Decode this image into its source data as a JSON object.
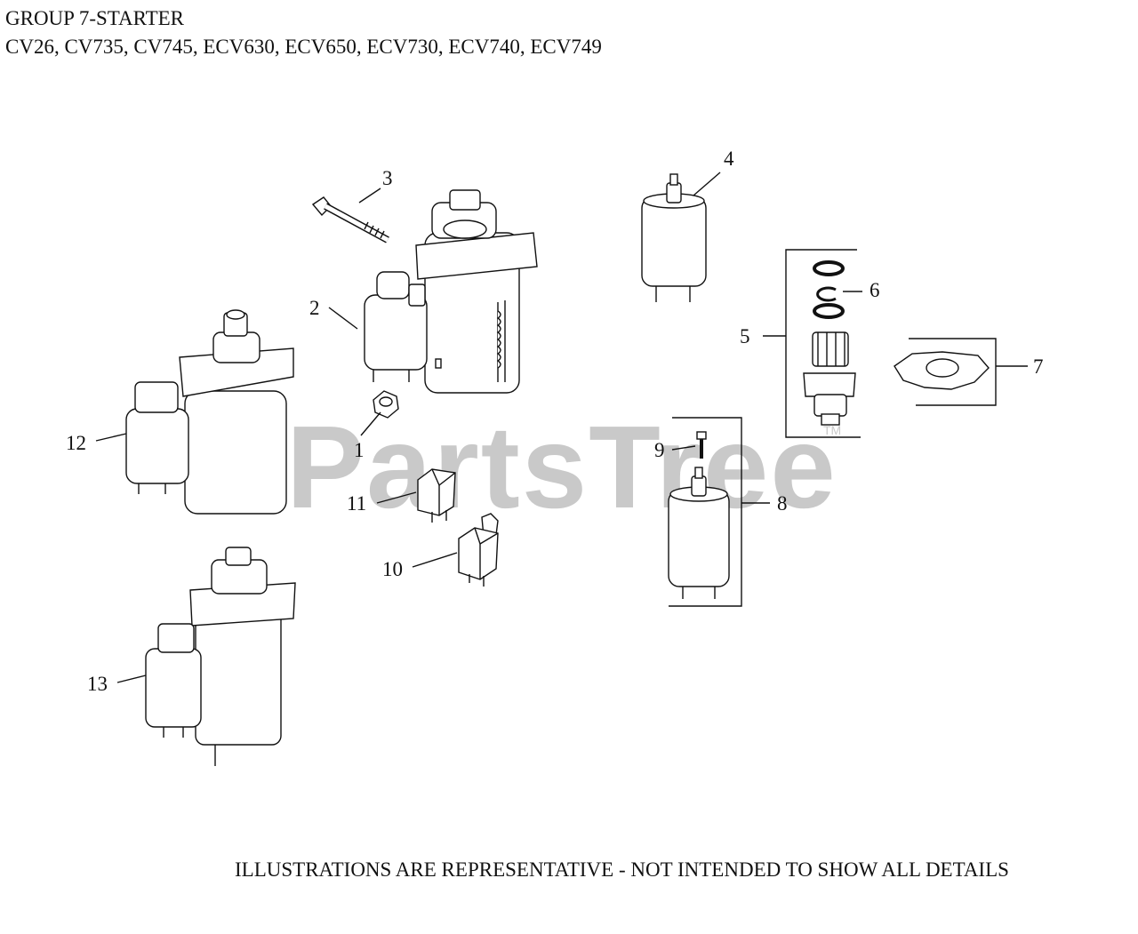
{
  "header": {
    "title": "GROUP 7-STARTER",
    "models": "CV26, CV735, CV745, ECV630, ECV650, ECV730, ECV740, ECV749"
  },
  "watermark": {
    "text": "PartsTree",
    "tm": "TM"
  },
  "footer": {
    "note": "ILLUSTRATIONS ARE REPRESENTATIVE - NOT INTENDED TO SHOW ALL DETAILS"
  },
  "callouts": [
    "1",
    "2",
    "3",
    "4",
    "5",
    "6",
    "7",
    "8",
    "9",
    "10",
    "11",
    "12",
    "13"
  ]
}
